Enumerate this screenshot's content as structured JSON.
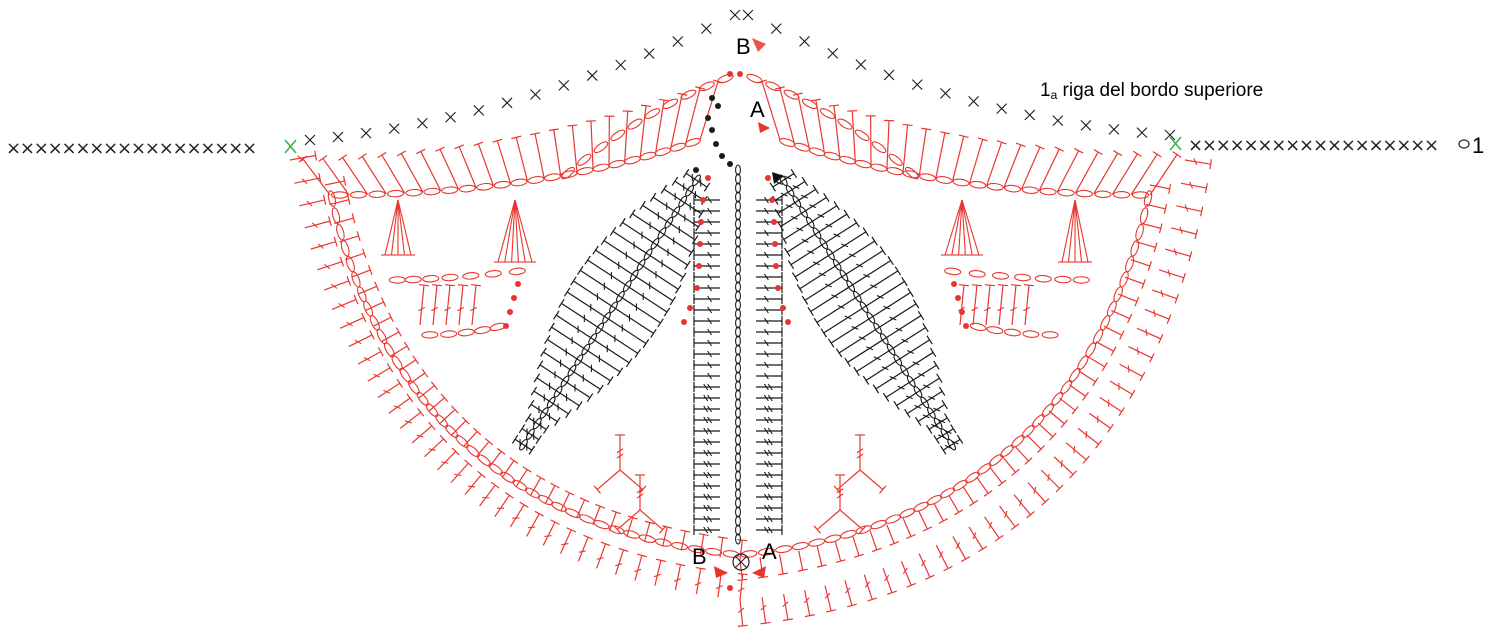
{
  "diagram": {
    "row_label_main": "1",
    "row_label_sub": "a",
    "row_label_text": " riga del bordo superiore",
    "row_number": "1",
    "markers": {
      "top_B": "B",
      "top_A": "A",
      "bottom_B": "B",
      "bottom_A": "A"
    },
    "left_stitch_row": "××××××××××××××××××",
    "right_stitch_row": "××××××××××××××××××",
    "colors": {
      "border": "#e8362f",
      "motif": "#1a1a1a",
      "join": "#3cb54a",
      "dot": "#e8362f"
    },
    "symbols": [
      "single-crochet",
      "double-crochet",
      "treble-crochet",
      "chain",
      "slip-stitch",
      "decrease"
    ]
  }
}
